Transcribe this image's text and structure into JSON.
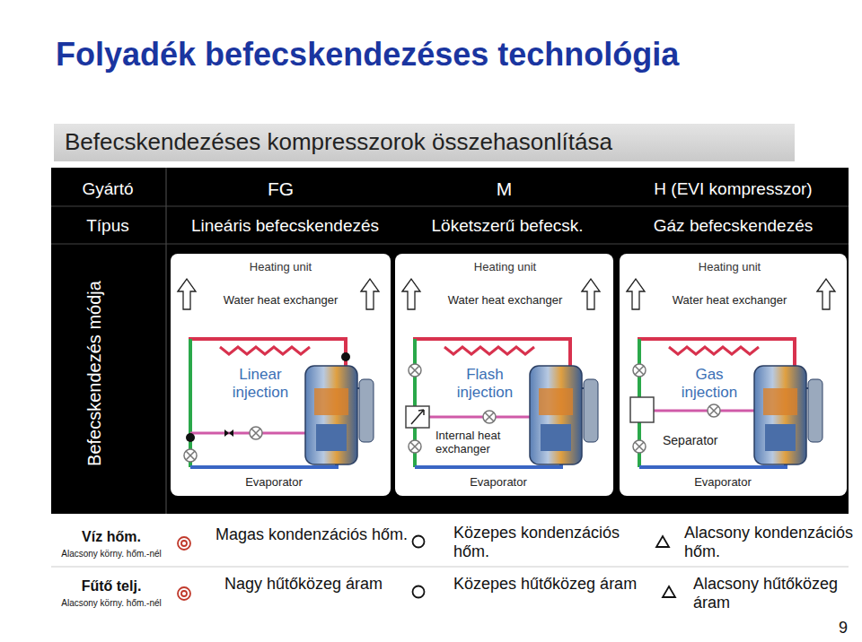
{
  "diagram": {
    "title": "Folyadék befecskendezéses technológia",
    "nodes": [
      {
        "text": [
          "Befecskendezéses kompresszorok összehasonlítása"
        ]
      },
      {
        "text": [
          "Heating unit",
          "Water heat exchanger",
          "Linear injection",
          "Evaporator"
        ]
      },
      {
        "text": [
          "Heating unit",
          "Water heat exchanger",
          "Flash injection",
          "Internal heat exchanger",
          "Evaporator"
        ]
      },
      {
        "text": [
          "Heating unit",
          "Water heat exchanger",
          "Gas injection",
          "Separator",
          "Evaporator"
        ]
      }
    ],
    "labels": [
      "Gyártó",
      "FG",
      "M",
      "H (EVI kompresszor)",
      "Típus",
      "Lineáris befecskendezés",
      "Löketszerű befecsk.",
      "Gáz befecskendezés",
      "Befecskendezés módja",
      "Víz hőm.",
      "Alacsony körny. hőm.-nél",
      "Magas kondenzációs hőm.",
      "Közepes kondenzációs hőm.",
      "Alacsony kondenzációs hőm.",
      "Fűtő telj.",
      "Alacsony körny. hőm.-nél",
      "Nagy hűtőközeg áram",
      "Közepes hűtőközeg áram",
      "Alacsony hűtőközeg áram",
      "9"
    ]
  }
}
